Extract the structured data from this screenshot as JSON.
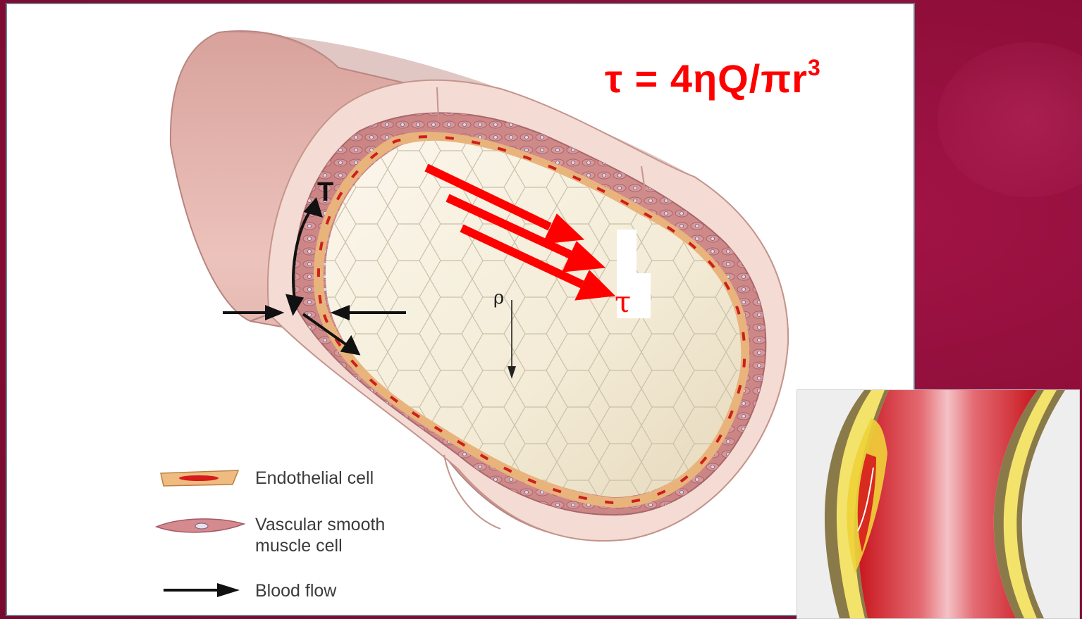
{
  "formula": {
    "text": "τ = 4ηQ/πr",
    "exponent": "3"
  },
  "labels": {
    "tension": "T",
    "pressure": "ρ",
    "shear": "τ"
  },
  "legend": [
    {
      "icon": "endothelial-cell-icon",
      "label": "Endothelial cell"
    },
    {
      "icon": "smooth-muscle-cell-icon",
      "label": "Vascular smooth",
      "label2": "muscle cell"
    },
    {
      "icon": "blood-flow-arrow-icon",
      "label": "Blood flow"
    }
  ],
  "colors": {
    "background": "#8c0d38",
    "formula": "#ff0000",
    "vessel_wall": "#e4b6ae",
    "arrow_red": "#ff0000"
  }
}
